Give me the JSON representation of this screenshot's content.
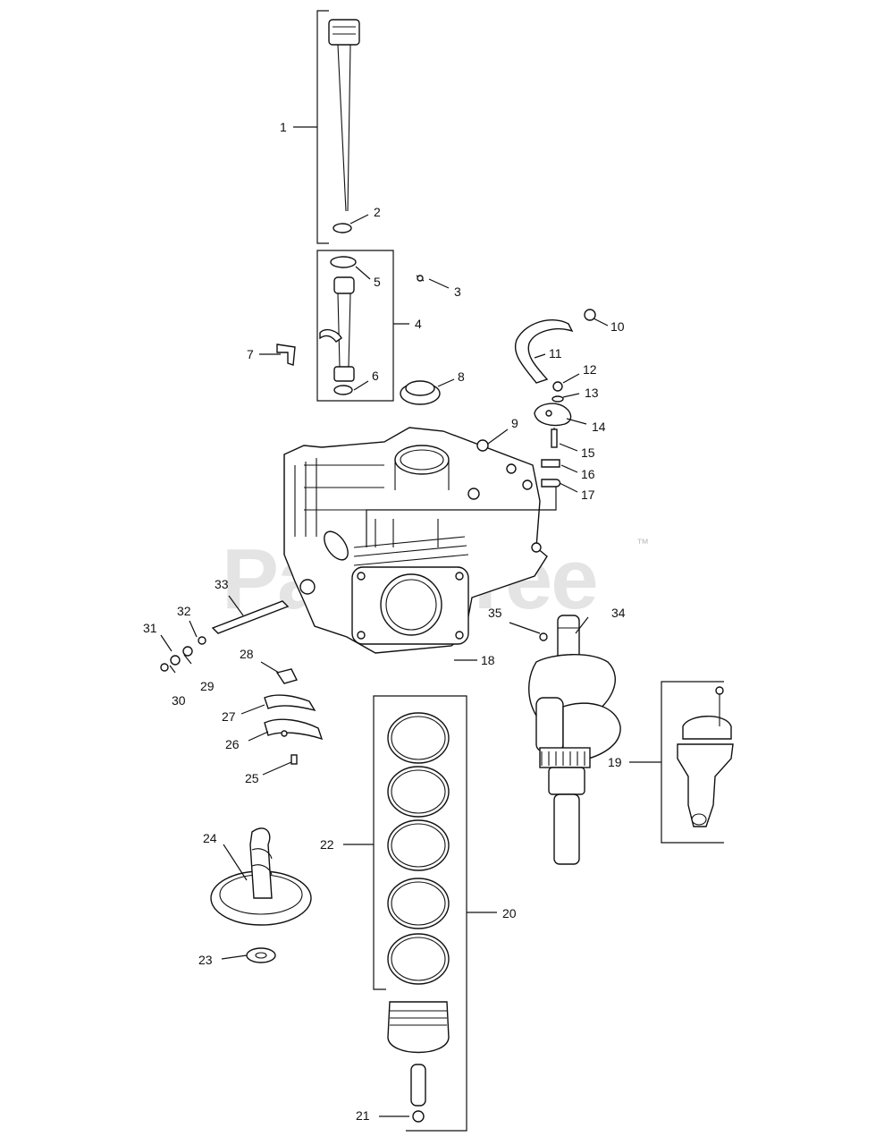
{
  "watermark": {
    "brand": "PartsTree",
    "mark": "™"
  },
  "callouts": [
    "1",
    "2",
    "3",
    "4",
    "5",
    "6",
    "7",
    "8",
    "9",
    "10",
    "11",
    "12",
    "13",
    "14",
    "15",
    "16",
    "17",
    "18",
    "19",
    "20",
    "21",
    "22",
    "23",
    "24",
    "25",
    "26",
    "27",
    "28",
    "29",
    "30",
    "31",
    "32",
    "33",
    "34",
    "35"
  ]
}
